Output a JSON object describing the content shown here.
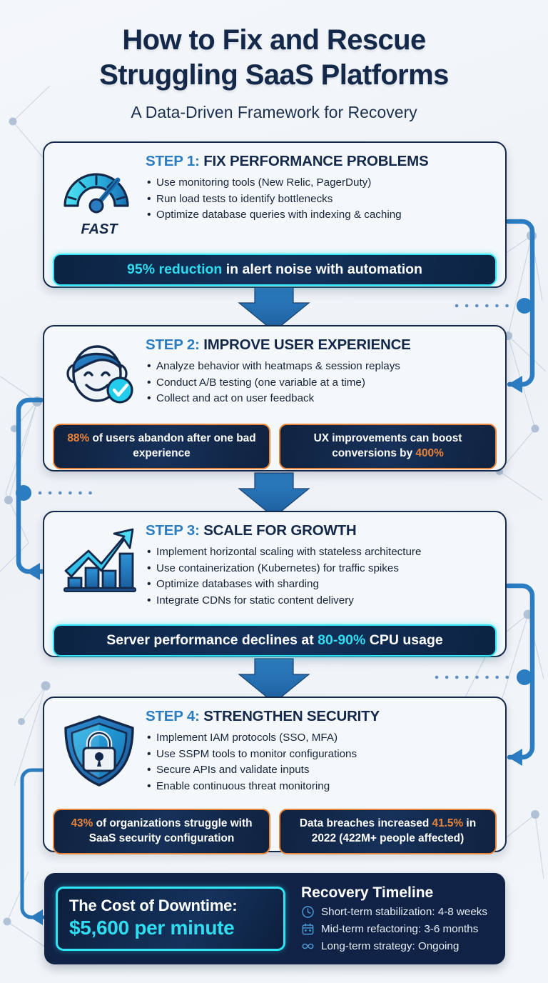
{
  "header": {
    "title_line1": "How to Fix and Rescue",
    "title_line2": "Struggling SaaS Platforms",
    "subtitle": "A Data-Driven Framework for Recovery"
  },
  "colors": {
    "navy": "#14294a",
    "accent_blue": "#2b7cc0",
    "cyan": "#30dcf0",
    "orange": "#e8843a",
    "card_bg": "#f5f8fb",
    "page_bg": "#f2f5f8",
    "footer_bg": "#102346"
  },
  "steps": [
    {
      "label": "STEP 1:",
      "title": "FIX PERFORMANCE PROBLEMS",
      "icon": "speedometer-fast-icon",
      "icon_caption": "FAST",
      "bullets": [
        "Use monitoring tools (New Relic, PagerDuty)",
        "Run load tests to identify bottlenecks",
        "Optimize database queries with indexing & caching"
      ],
      "stat_style": "cyan-wide",
      "stats": [
        {
          "highlight": "95% reduction",
          "rest": " in alert noise with automation"
        }
      ]
    },
    {
      "label": "STEP 2:",
      "title": "IMPROVE USER EXPERIENCE",
      "icon": "smiling-face-check-icon",
      "icon_caption": "",
      "bullets": [
        "Analyze behavior with heatmaps & session replays",
        "Conduct A/B testing (one variable at a time)",
        "Collect and act on user feedback"
      ],
      "stat_style": "orange-pair",
      "stats": [
        {
          "highlight": "88%",
          "rest": " of users abandon after one bad experience"
        },
        {
          "pre": "UX improvements can boost conversions by ",
          "highlight": "400%"
        }
      ]
    },
    {
      "label": "STEP 3:",
      "title": "SCALE FOR GROWTH",
      "icon": "growth-bar-chart-icon",
      "icon_caption": "",
      "bullets": [
        "Implement horizontal scaling with stateless architecture",
        "Use containerization (Kubernetes) for traffic spikes",
        "Optimize databases with sharding",
        "Integrate CDNs for static content delivery"
      ],
      "stat_style": "cyan-wide",
      "stats": [
        {
          "pre": "Server performance declines at ",
          "highlight": "80-90%",
          "rest": " CPU usage"
        }
      ]
    },
    {
      "label": "STEP 4:",
      "title": "STRENGTHEN SECURITY",
      "icon": "shield-lock-icon",
      "icon_caption": "",
      "bullets": [
        "Implement IAM protocols (SSO, MFA)",
        "Use SSPM tools to monitor configurations",
        "Secure APIs and validate inputs",
        "Enable continuous threat monitoring"
      ],
      "stat_style": "orange-pair",
      "stats": [
        {
          "highlight": "43%",
          "rest": " of organizations struggle with SaaS security configuration"
        },
        {
          "pre": "Data breaches increased ",
          "highlight": "41.5%",
          "rest": " in 2022 (422M+ people affected)"
        }
      ]
    }
  ],
  "footer": {
    "cost_label": "The Cost of Downtime:",
    "cost_value": "$5,600 per minute",
    "timeline_title": "Recovery Timeline",
    "timeline_items": [
      {
        "icon": "clock-icon",
        "text": "Short-term stabilization: 4-8 weeks"
      },
      {
        "icon": "calendar-icon",
        "text": "Mid-term refactoring: 3-6 months"
      },
      {
        "icon": "infinity-icon",
        "text": "Long-term strategy: Ongoing"
      }
    ]
  }
}
